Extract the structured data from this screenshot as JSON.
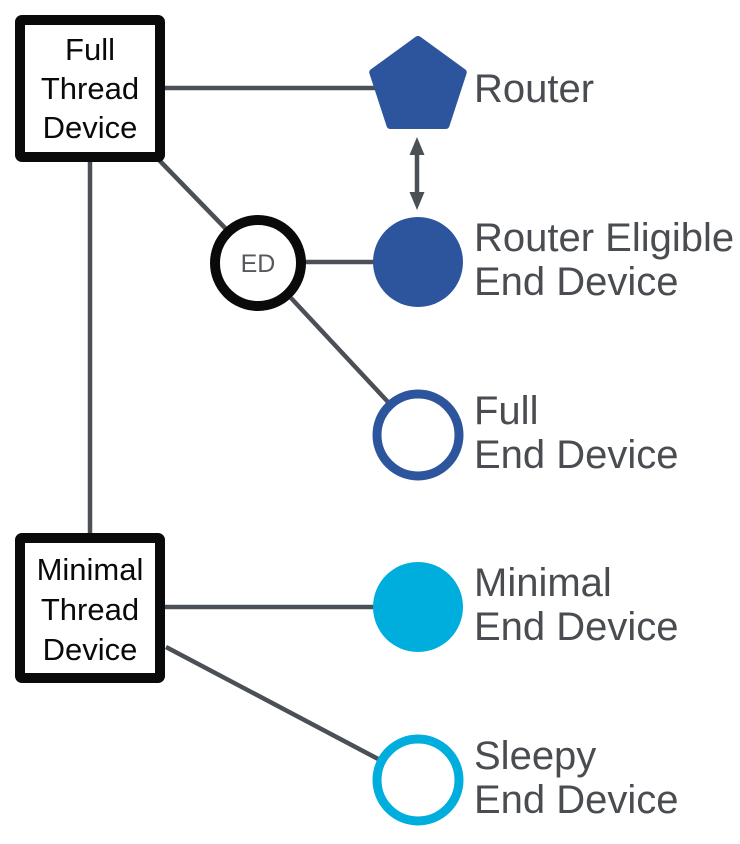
{
  "colors": {
    "blue": "#2d559e",
    "cyan": "#00aedd",
    "line": "#4a5056",
    "label": "#494c50",
    "ink": "#0a0a0a",
    "edtext": "#55585c",
    "bg": "#ffffff"
  },
  "nodes": {
    "full_thread_device": {
      "lines": [
        "Full",
        "Thread",
        "Device"
      ],
      "icon": "square-outline-icon"
    },
    "minimal_thread_device": {
      "lines": [
        "Minimal",
        "Thread",
        "Device"
      ],
      "icon": "square-outline-icon"
    },
    "router": {
      "label": "Router",
      "icon": "pentagon-filled-blue-icon"
    },
    "router_eligible_end_device": {
      "lines": [
        "Router Eligible",
        "End Device"
      ],
      "icon": "circle-filled-blue-icon"
    },
    "ed": {
      "label": "ED",
      "icon": "circle-outline-black-icon"
    },
    "full_end_device": {
      "lines": [
        "Full",
        "End Device"
      ],
      "icon": "circle-outline-blue-icon"
    },
    "minimal_end_device": {
      "lines": [
        "Minimal",
        "End Device"
      ],
      "icon": "circle-filled-cyan-icon"
    },
    "sleepy_end_device": {
      "lines": [
        "Sleepy",
        "End Device"
      ],
      "icon": "circle-outline-cyan-icon"
    }
  }
}
